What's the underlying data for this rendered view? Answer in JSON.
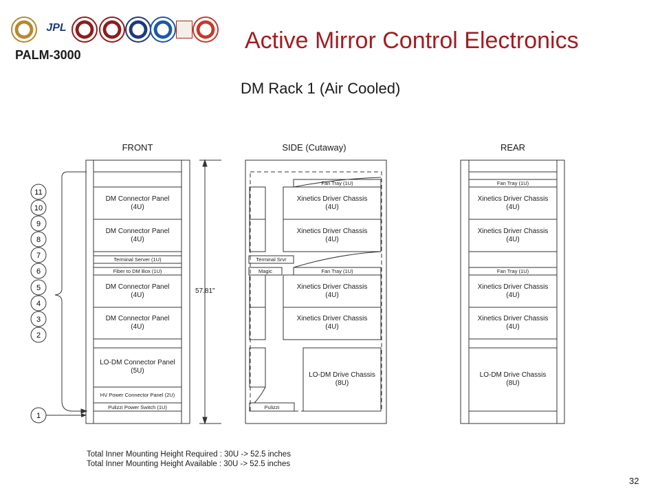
{
  "header": {
    "title": "Active Mirror Control Electronics",
    "brand": "PALM-3000",
    "subtitle": "DM Rack 1 (Air Cooled)",
    "logos": [
      {
        "name": "seal-logo-1",
        "kind": "seal",
        "color": "#b5892f"
      },
      {
        "name": "jpl-logo",
        "kind": "text",
        "text": "JPL",
        "color": "#1e3a78"
      },
      {
        "name": "seal-logo-2",
        "kind": "seal",
        "color": "#8f1d1d"
      },
      {
        "name": "shield-logo",
        "kind": "seal",
        "color": "#8f1d1d"
      },
      {
        "name": "seal-logo-3",
        "kind": "seal",
        "color": "#1e3a78"
      },
      {
        "name": "nsf-logo",
        "kind": "seal",
        "color": "#1e58a8"
      },
      {
        "name": "museum-logo",
        "kind": "box",
        "color": "#9a2a1f"
      },
      {
        "name": "round-logo",
        "kind": "seal",
        "color": "#c23b2b"
      }
    ]
  },
  "columns": {
    "front": "FRONT",
    "side": "SIDE (Cutaway)",
    "rear": "REAR"
  },
  "front_panels": [
    {
      "label1": "DM Connector Panel",
      "label2": "(4U)"
    },
    {
      "label1": "DM Connector Panel",
      "label2": "(4U)"
    },
    {
      "label1": "Terminal Server (1U)",
      "label2": ""
    },
    {
      "label1": "Fiber to DM Box (1U)",
      "label2": ""
    },
    {
      "label1": "DM Connector Panel",
      "label2": "(4U)"
    },
    {
      "label1": "DM Connector Panel",
      "label2": "(4U)"
    },
    {
      "label1": "LO-DM Connector Panel",
      "label2": "(5U)"
    },
    {
      "label1": "HV Power Connector Panel (2U)",
      "label2": ""
    },
    {
      "label1": "Pulizzi Power Switch (1U)",
      "label2": ""
    }
  ],
  "side_panels": [
    {
      "label1": "Fan Tray (1U)",
      "label2": ""
    },
    {
      "label1": "Xinetics Driver Chassis",
      "label2": "(4U)"
    },
    {
      "label1": "Xinetics Driver Chassis",
      "label2": "(4U)"
    },
    {
      "label1": "Terminal Srvr",
      "label2": ""
    },
    {
      "label1": "Magic",
      "label2": ""
    },
    {
      "label1": "Fan Tray (1U)",
      "label2": ""
    },
    {
      "label1": "Xinetics Driver Chassis",
      "label2": "(4U)"
    },
    {
      "label1": "Xinetics Driver Chassis",
      "label2": "(4U)"
    },
    {
      "label1": "LO-DM Drive Chassis",
      "label2": "(8U)"
    },
    {
      "label1": "Pulizzi",
      "label2": ""
    }
  ],
  "rear_panels": [
    {
      "label1": "Fan Tray (1U)",
      "label2": ""
    },
    {
      "label1": "Xinetics Driver Chassis",
      "label2": "(4U)"
    },
    {
      "label1": "Xinetics Driver Chassis",
      "label2": "(4U)"
    },
    {
      "label1": "Fan Tray (1U)",
      "label2": ""
    },
    {
      "label1": "Xinetics Driver Chassis",
      "label2": "(4U)"
    },
    {
      "label1": "Xinetics Driver Chassis",
      "label2": "(4U)"
    },
    {
      "label1": "LO-DM Drive Chassis",
      "label2": "(8U)"
    }
  ],
  "numbered_circles": [
    "11",
    "10",
    "9",
    "8",
    "7",
    "6",
    "5",
    "4",
    "3",
    "2",
    "1"
  ],
  "dimension_label": "57.81\"",
  "footer": {
    "required": "Total Inner Mounting Height Required : 30U -> 52.5 inches",
    "available": "Total Inner Mounting Height Available : 30U -> 52.5 inches"
  },
  "page_number": "32"
}
